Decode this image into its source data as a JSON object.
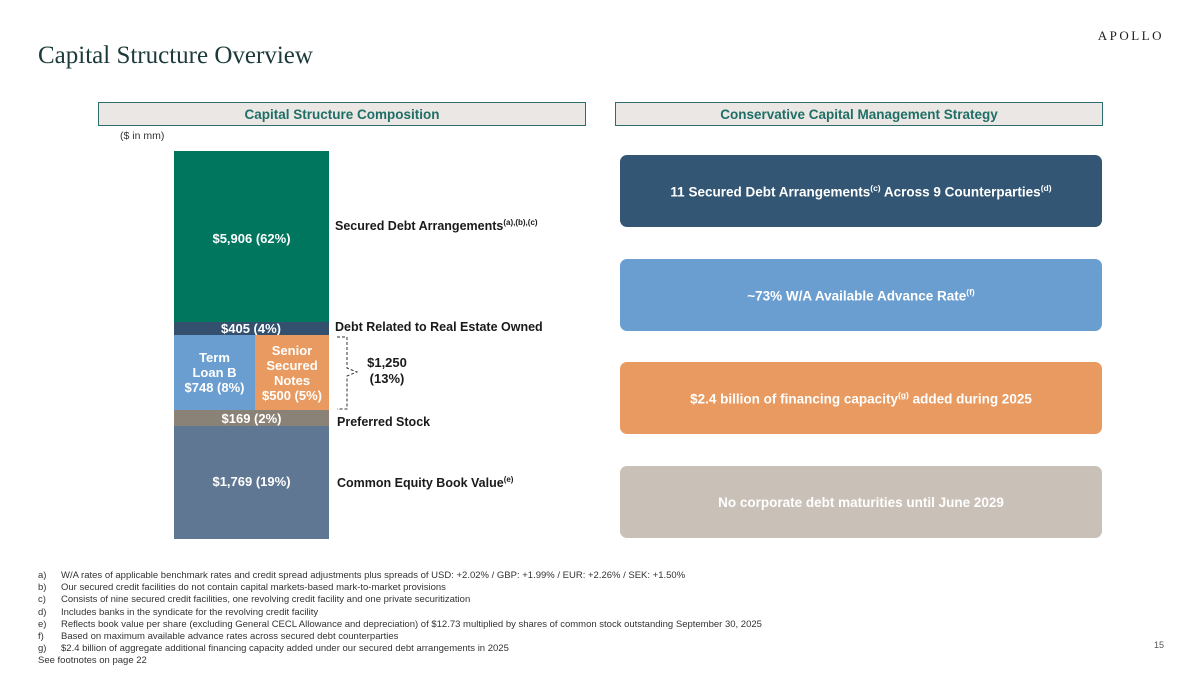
{
  "logo": "APOLLO",
  "title": "Capital Structure Overview",
  "left_header": "Capital Structure Composition",
  "right_header": "Conservative Capital Management Strategy",
  "units_note": "($ in mm)",
  "chart_data": {
    "type": "bar",
    "stacked": true,
    "segments": [
      {
        "name": "Secured Debt Arrangements",
        "label": "$5,906 (62%)",
        "value": 5906,
        "pct": 62,
        "color": "#00765f"
      },
      {
        "name": "Debt Related to Real Estate Owned",
        "label": "$405 (4%)",
        "value": 405,
        "pct": 4,
        "color": "#33506e"
      },
      {
        "name": "Term Loan B",
        "label": "Term Loan B $748 (8%)",
        "value": 748,
        "pct": 8,
        "color": "#6a9ed0"
      },
      {
        "name": "Senior Secured Notes",
        "label": "Senior Secured Notes $500 (5%)",
        "value": 500,
        "pct": 5,
        "color": "#e99a60"
      },
      {
        "name": "Preferred Stock",
        "label": "$169 (2%)",
        "value": 169,
        "pct": 2,
        "color": "#8b8277"
      },
      {
        "name": "Common Equity Book Value",
        "label": "$1,769 (19%)",
        "value": 1769,
        "pct": 19,
        "color": "#5f7792"
      }
    ],
    "bracket_label": "$1,250 (13%)",
    "bracket_total": 1250,
    "bracket_pct": 13
  },
  "segment_labels": {
    "secured": {
      "text": "Secured Debt Arrangements",
      "sup": "(a),(b),(c)"
    },
    "reo": {
      "text": "Debt Related to Real Estate Owned",
      "sup": ""
    },
    "preferred": {
      "text": "Preferred Stock",
      "sup": ""
    },
    "equity": {
      "text": "Common Equity Book Value",
      "sup": "(e)"
    }
  },
  "bar_texts": {
    "secured": "$5,906 (62%)",
    "reo": "$405 (4%)",
    "tlb_line1": "Term",
    "tlb_line2": "Loan B",
    "tlb_line3": "$748 (8%)",
    "ssn_line1": "Senior",
    "ssn_line2": "Secured",
    "ssn_line3": "Notes",
    "ssn_line4": "$500 (5%)",
    "preferred": "$169 (2%)",
    "equity": "$1,769 (19%)",
    "bracket_line1": "$1,250",
    "bracket_line2": "(13%)"
  },
  "strategy": [
    {
      "pre": "11 Secured Debt Arrangements",
      "sup1": "(c)",
      "mid": " Across 9 Counterparties",
      "sup2": "(d)",
      "post": "",
      "color": "#335674"
    },
    {
      "pre": "~73% W/A Available Advance Rate",
      "sup1": "(f)",
      "mid": "",
      "sup2": "",
      "post": "",
      "color": "#6a9ed0"
    },
    {
      "pre": "$2.4 billion of financing capacity",
      "sup1": "(g)",
      "mid": " added during 2025",
      "sup2": "",
      "post": "",
      "color": "#e99a60"
    },
    {
      "pre": "No corporate debt maturities until June 2029",
      "sup1": "",
      "mid": "",
      "sup2": "",
      "post": "",
      "color": "#c9c0b8"
    }
  ],
  "footnotes": [
    {
      "key": "a)",
      "text": "W/A rates of applicable benchmark rates and credit spread adjustments plus spreads of USD: +2.02% / GBP: +1.99% / EUR: +2.26% / SEK: +1.50%"
    },
    {
      "key": "b)",
      "text": "Our secured credit facilities do not contain capital markets-based mark-to-market provisions"
    },
    {
      "key": "c)",
      "text": "Consists of nine secured credit facilities, one revolving credit facility and one private securitization"
    },
    {
      "key": "d)",
      "text": "Includes banks in the syndicate for the revolving credit facility"
    },
    {
      "key": "e)",
      "text": "Reflects book value per share (excluding General CECL Allowance and depreciation) of $12.73 multiplied by shares of common stock outstanding September 30, 2025"
    },
    {
      "key": "f)",
      "text": "Based on maximum available advance rates across secured debt counterparties"
    },
    {
      "key": "g)",
      "text": "$2.4 billion of aggregate additional financing capacity added under our secured debt arrangements in 2025"
    }
  ],
  "see_footnotes": "See footnotes on page 22",
  "page_number": "15"
}
